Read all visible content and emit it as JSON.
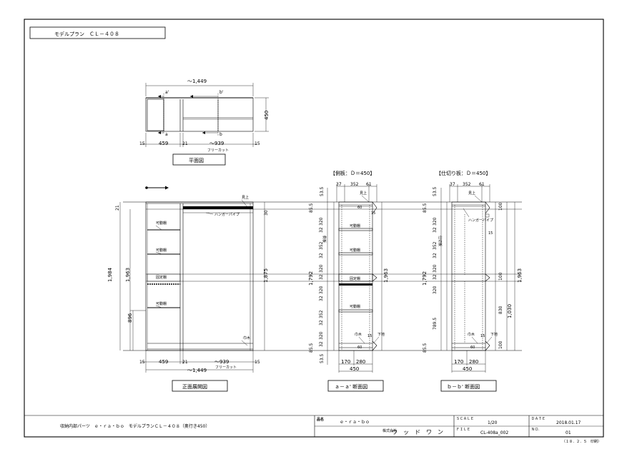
{
  "sheet": {
    "model_label": "モデルプラン　ＣＬ－４０８"
  },
  "plan_view": {
    "width_label": "～1,449",
    "depth_label": "450",
    "section_a_top": "a'",
    "section_b_top": "b'",
    "section_a_bottom": "a",
    "section_b_bottom": "b",
    "dims": [
      "15",
      "459",
      "21",
      "～939",
      "15"
    ],
    "free_cut": "フリーカット",
    "caption": "平面図"
  },
  "front_view": {
    "heights": [
      "21",
      "1,984",
      "1,963",
      "896",
      "30",
      "1,875"
    ],
    "labels": {
      "top_board": "見上",
      "hanger": "ハンガーパイプ",
      "shelf1": "可動棚",
      "shelf2": "可動棚",
      "fixed": "固定棚",
      "shelf3": "可動棚",
      "bottom_board": "巾木"
    },
    "bottom_dims": [
      "15",
      "459",
      "21",
      "～939",
      "15"
    ],
    "free_cut": "フリーカット",
    "total_width": "～1,449",
    "caption": "正面展開図"
  },
  "section_a": {
    "title": "【側板：Ｄ＝450】",
    "top_dims": [
      "37",
      "352",
      "61"
    ],
    "left_dims": [
      "53.5",
      "85.5",
      "320",
      "32",
      "352",
      "32",
      "320",
      "32",
      "320",
      "32",
      "352",
      "32",
      "320",
      "32",
      "85.5",
      "53.5"
    ],
    "total_left": "1,792",
    "total_right": "1,963",
    "labels": {
      "top": "見上",
      "side": "側板",
      "shelf1": "可動棚",
      "shelf2": "可動棚",
      "fixed": "固定棚",
      "shelf3": "可動棚",
      "base_left": "巾木",
      "base_right": "下地"
    },
    "small_dims": [
      "60",
      "15",
      "60",
      "15"
    ],
    "bottom_dims": [
      "170",
      "280"
    ],
    "depth": "450",
    "caption": "ａ－ａ' 断面図"
  },
  "section_b": {
    "title": "【仕切り板：Ｄ＝450】",
    "top_dims": [
      "37",
      "352",
      "61"
    ],
    "left_dims": [
      "53.5",
      "85.5",
      "320",
      "32",
      "352",
      "32",
      "320",
      "32",
      "320",
      "789.5",
      "85.5"
    ],
    "total_left": "1,792",
    "total_right": "1,963",
    "right_dims": [
      "100",
      "100",
      "830",
      "1,030",
      "100"
    ],
    "labels": {
      "top": "見上",
      "hanger": "ハンガーパイプ",
      "partition": "仕切板",
      "base_left": "巾木",
      "base_right": "下地"
    },
    "small_dims": [
      "15",
      "15",
      "60"
    ],
    "bottom_dims": [
      "170",
      "280"
    ],
    "depth": "450",
    "caption": "ｂ－ｂ' 断面図"
  },
  "title_block": {
    "description": "収納内部パーツ　ｅ・ｒａ・ｂｏ　モデルプランＣＬ－４０８（奥行き450）",
    "product_tag": "品名",
    "product_name": "ｅ・ｒａ・ｂｏ",
    "company_tag": "株式会社",
    "company_name": "ウ　ッ　ド　ワ　ン",
    "scale_tag": "ＳＣＡＬＥ",
    "scale": "1/20",
    "file_tag": "ＦＩＬＥ",
    "file": "CL-408a_002",
    "date_tag": "ＤＡＴＥ",
    "date": "2018.01.17",
    "no_tag": "ＮＯ.",
    "no": "01",
    "footer": "（１８．２．５　印刷）"
  }
}
